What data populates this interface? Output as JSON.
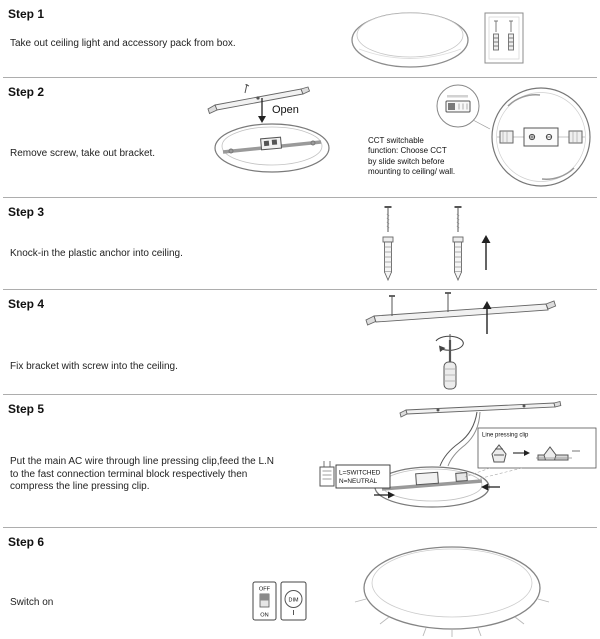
{
  "colors": {
    "divider": "#adadad",
    "text": "#1a1a1a"
  },
  "steps": [
    {
      "title": "Step 1",
      "description": "Take out ceiling light and accessory pack from box."
    },
    {
      "title": "Step 2",
      "description": "Remove screw, take out bracket.",
      "open_label": "Open",
      "cct_note": "CCT switchable function: Choose CCT by slide switch before mounting to ceiling/ wall."
    },
    {
      "title": "Step 3",
      "description": "Knock-in the plastic anchor into ceiling."
    },
    {
      "title": "Step 4",
      "description": "Fix bracket with screw into the ceiling."
    },
    {
      "title": "Step 5",
      "description": "Put the main AC wire through line pressing clip,feed the L.N to the fast connection terminal block respectively then compress the line pressing clip.",
      "clip_label": "Line pressing clip",
      "wire_labels": [
        "L=SWITCHED",
        "N=NEUTRAL"
      ]
    },
    {
      "title": "Step 6",
      "description": "Switch on",
      "off_label": "OFF",
      "on_label": "ON",
      "dim_label": "DIM"
    }
  ]
}
